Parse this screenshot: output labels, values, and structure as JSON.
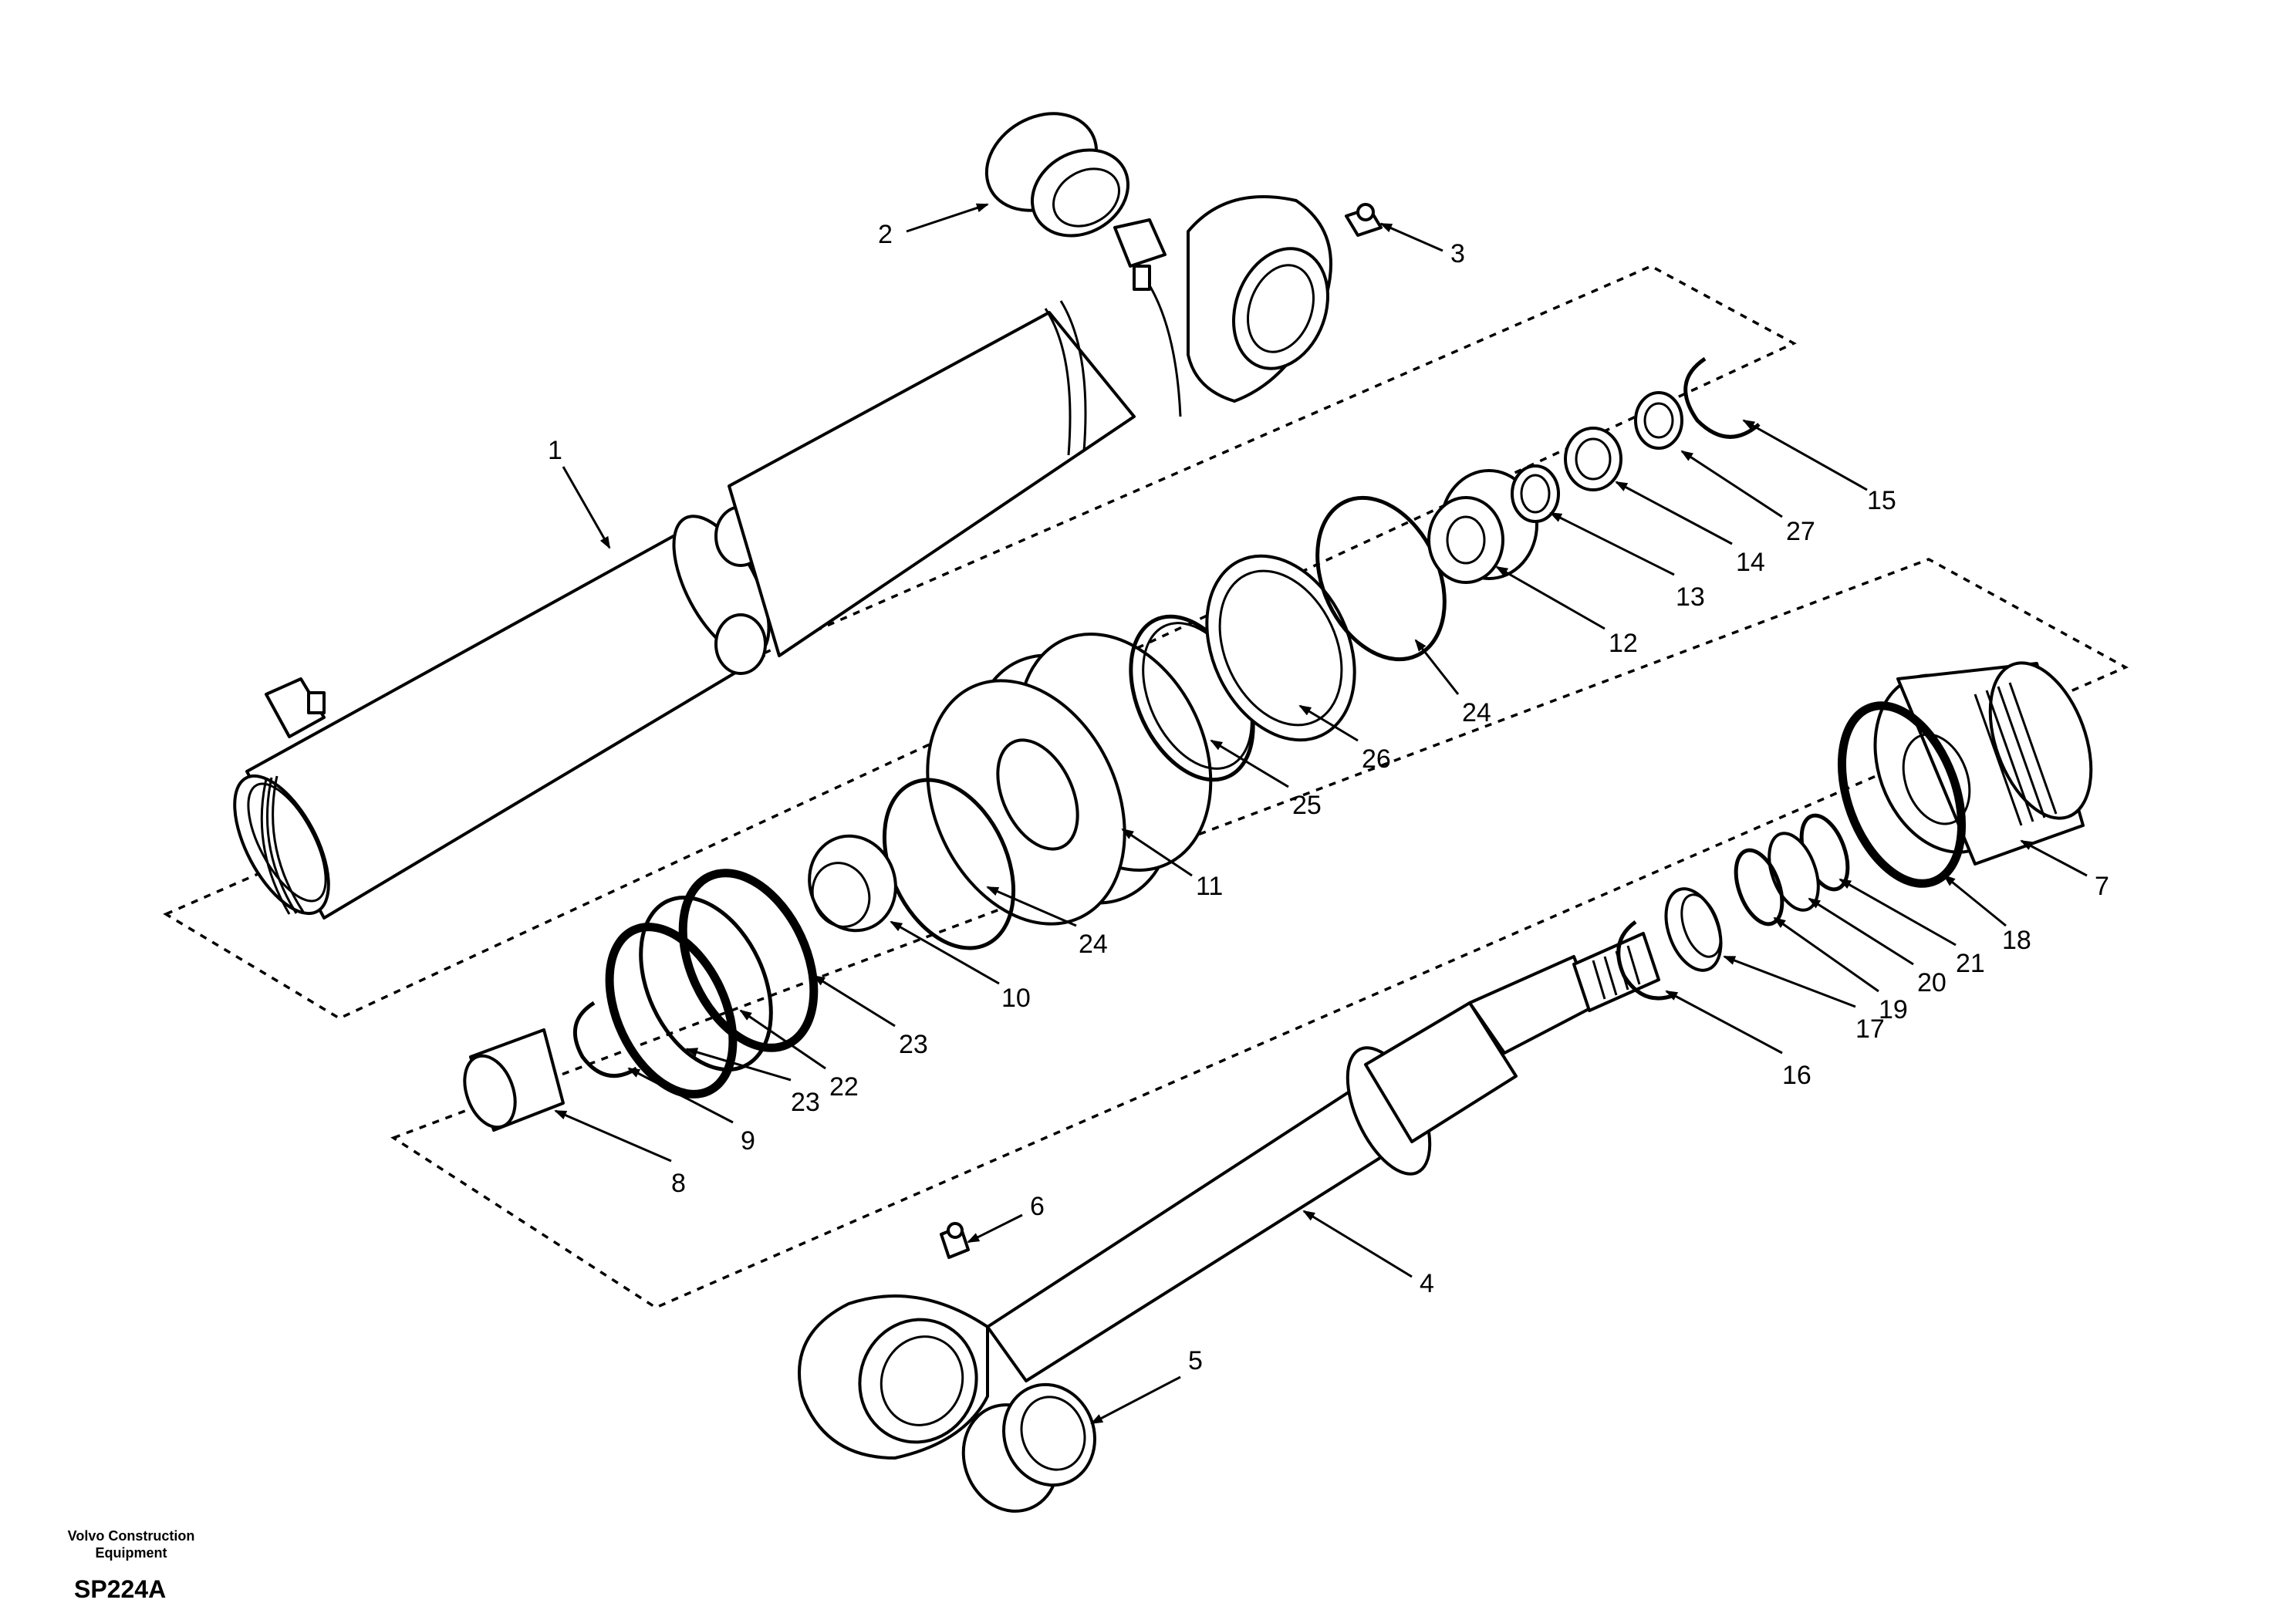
{
  "callouts": [
    {
      "n": "1"
    },
    {
      "n": "2"
    },
    {
      "n": "3"
    },
    {
      "n": "4"
    },
    {
      "n": "5"
    },
    {
      "n": "6"
    },
    {
      "n": "7"
    },
    {
      "n": "8"
    },
    {
      "n": "9"
    },
    {
      "n": "10"
    },
    {
      "n": "11"
    },
    {
      "n": "12"
    },
    {
      "n": "13"
    },
    {
      "n": "14"
    },
    {
      "n": "15"
    },
    {
      "n": "16"
    },
    {
      "n": "17"
    },
    {
      "n": "18"
    },
    {
      "n": "19"
    },
    {
      "n": "20"
    },
    {
      "n": "21"
    },
    {
      "n": "22"
    },
    {
      "n": "23"
    },
    {
      "n": "23"
    },
    {
      "n": "24"
    },
    {
      "n": "24"
    },
    {
      "n": "25"
    },
    {
      "n": "26"
    },
    {
      "n": "27"
    }
  ],
  "footer": {
    "company_line1": "Volvo Construction",
    "company_line2": "Equipment",
    "drawing_code": "SP224A"
  }
}
